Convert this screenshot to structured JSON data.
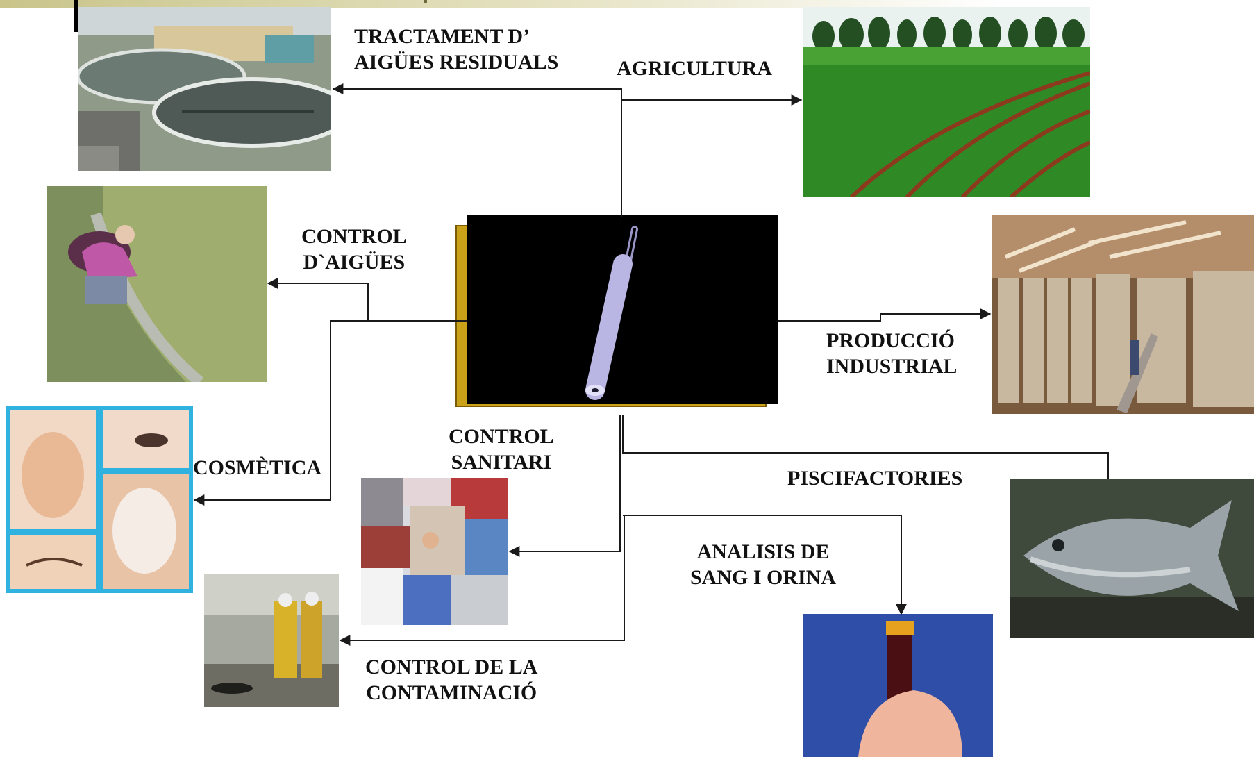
{
  "labels": {
    "wastewater": "TRACTAMENT D’\nAIGÜES RESIDUALS",
    "agriculture": "AGRICULTURA",
    "water_control": "CONTROL\nD`AIGÜES",
    "industrial": "PRODUCCIÓ\nINDUSTRIAL",
    "cosmetics": "COSMÈTICA",
    "sanitary": "CONTROL\nSANITARI",
    "fish_farms": "PISCIFACTORIES",
    "blood_urine": "ANALISIS DE\nSANG I ORINA",
    "pollution": "CONTROL DE LA\nCONTAMINACIÓ"
  },
  "photos": {
    "wastewater": "wastewater-treatment-plant-photo",
    "agriculture": "crop-field-photo",
    "water_control": "water-sampling-photo",
    "industrial": "industrial-tanks-photo",
    "cosmetics": "cosmetics-faces-collage",
    "sanitary": "food-lab-collage",
    "fish_farms": "sea-bream-fish-photo",
    "blood_urine": "blood-sample-tube-photo",
    "pollution": "oil-spill-cleanup-photo",
    "center": "electrode-sensor-image"
  },
  "colors": {
    "arrow": "#1a1a1a",
    "center_background": "#000000",
    "center_shadow": "#c9a21a",
    "electrode": "#b9b6e4",
    "cosmetics_frame": "#2fb2e0"
  }
}
